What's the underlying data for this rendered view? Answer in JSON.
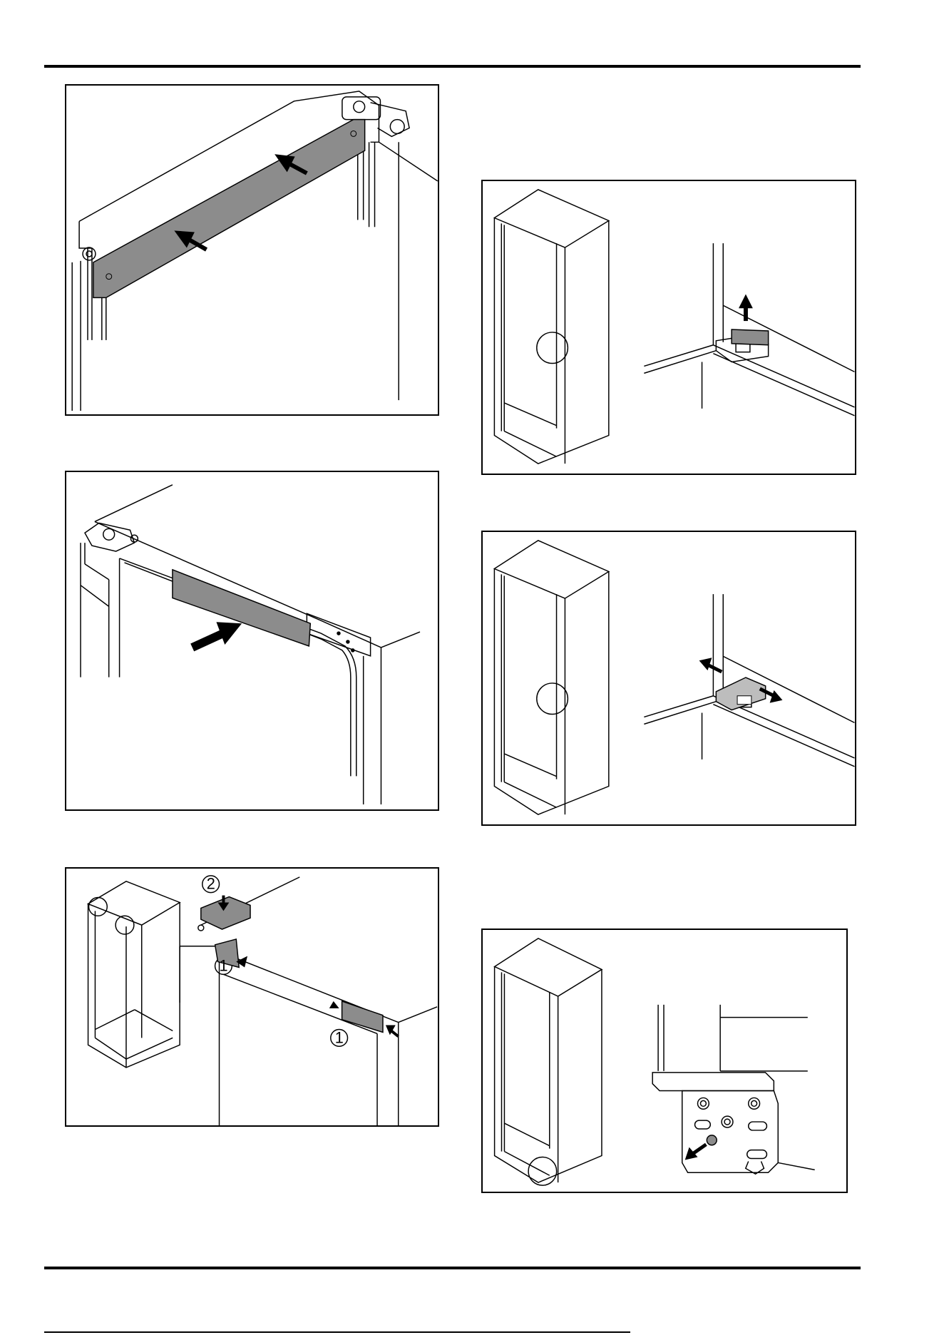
{
  "document": {
    "type": "installation instructions page",
    "accent_gray": "#8c8c8c"
  },
  "figures": [
    {
      "id": "fig-top-panel-push",
      "arrows": 2,
      "callouts": []
    },
    {
      "id": "fig-panel-insert",
      "arrows": 1,
      "callouts": []
    },
    {
      "id": "fig-cover-caps",
      "arrows": 4,
      "callouts": [
        "2",
        "1",
        "1"
      ]
    },
    {
      "id": "fig-hinge-lift",
      "arrows": 1,
      "callouts": []
    },
    {
      "id": "fig-hinge-adjust",
      "arrows": 2,
      "callouts": []
    },
    {
      "id": "fig-bottom-screw",
      "arrows": 1,
      "callouts": []
    }
  ]
}
